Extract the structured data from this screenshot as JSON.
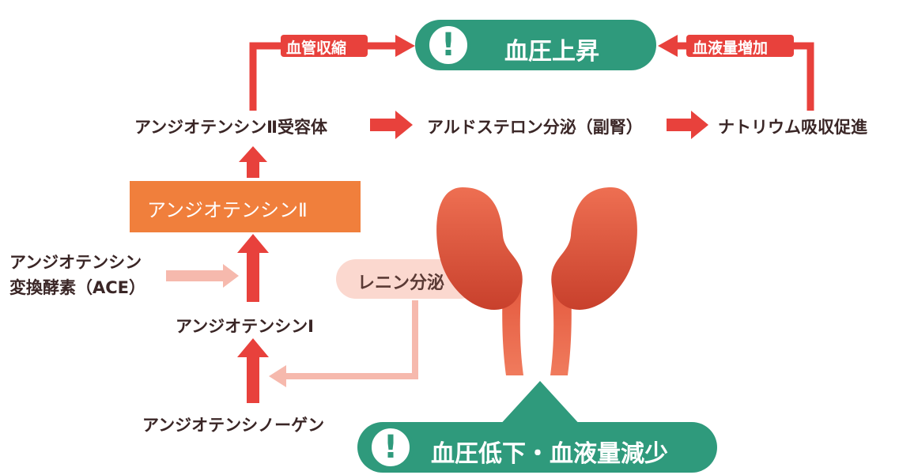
{
  "top_result": {
    "icon": "exclamation-icon",
    "label": "血圧上昇",
    "mark": "!"
  },
  "bottom_trigger": {
    "icon": "exclamation-icon",
    "label": "血圧低下・血液量減少",
    "mark": "!"
  },
  "arrow_labels": {
    "vasoconstriction": "血管収縮",
    "blood_volume_increase": "血液量増加"
  },
  "nodes": {
    "receptor": "アンジオテンシンⅡ受容体",
    "aldosterone": "アルドステロン分泌（副腎）",
    "sodium": "ナトリウム吸収促進",
    "angiotensin2": "アンジオテンシンⅡ",
    "ace_line1": "アンジオテンシン",
    "ace_line2": "変換酵素（ACE）",
    "angiotensin1": "アンジオテンシンⅠ",
    "angiotensinogen": "アンジオテンシノーゲン",
    "renin": "レニン分泌"
  },
  "colors": {
    "teal": "#2f9a7c",
    "red_arrow": "#e8413c",
    "light_arrow": "#f6b9ad",
    "orange_box": "#f07f3c",
    "kidney": "#d9513a",
    "ureter": "#e86a4c",
    "renin_pill": "#fbd8cf",
    "text_dark": "#3a2626"
  }
}
